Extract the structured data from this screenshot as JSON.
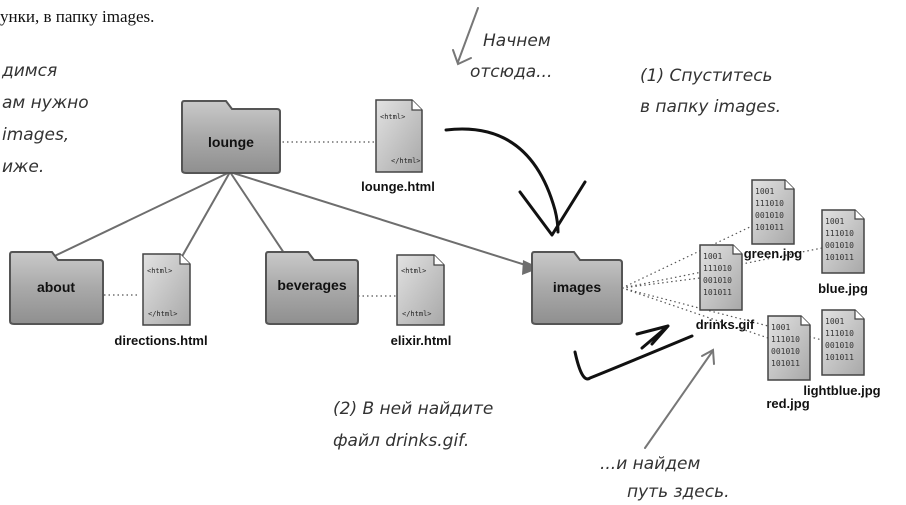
{
  "header_text": "унки, в папку images.",
  "left_note": [
    "димся",
    "ам нужно",
    "images,",
    "иже."
  ],
  "folders": {
    "lounge": "lounge",
    "about": "about",
    "beverages": "beverages",
    "images": "images"
  },
  "files": {
    "lounge_html": "lounge.html",
    "directions_html": "directions.html",
    "elixir_html": "elixir.html",
    "green_jpg": "green.jpg",
    "blue_jpg": "blue.jpg",
    "drinks_gif": "drinks.gif",
    "red_jpg": "red.jpg",
    "lightblue_jpg": "lightblue.jpg"
  },
  "html_tags": {
    "open": "<html>",
    "close": "</html>"
  },
  "binary_lines": [
    "1001",
    "111010",
    "001010",
    "101011"
  ],
  "notes": {
    "start": [
      "Начнем",
      "отсюда..."
    ],
    "step1": [
      "(1) Спуститесь",
      "в папку images."
    ],
    "step2": [
      "(2) В ней найдите",
      "файл drinks.gif."
    ],
    "end": [
      "...и найдем",
      "путь здесь."
    ]
  }
}
